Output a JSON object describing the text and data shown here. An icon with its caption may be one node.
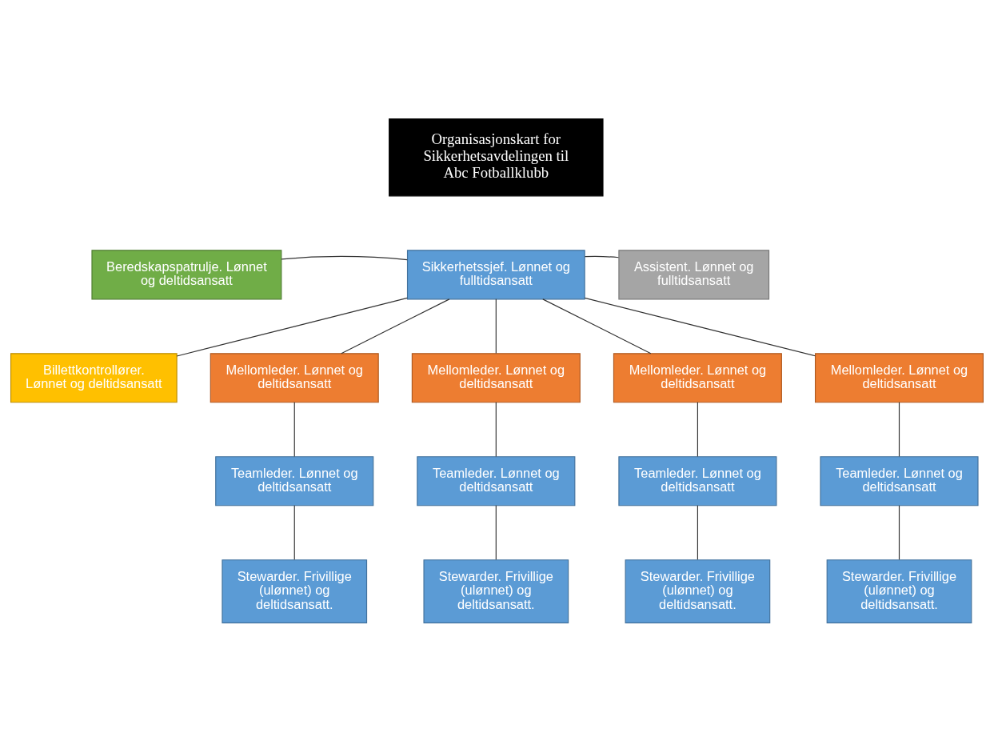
{
  "diagram": {
    "nodes": [
      {
        "text": [
          "Organisasjonskart for Sikkerhetsavdelingen til Abc Fotballklubb"
        ]
      },
      {
        "text": [
          "Sikkerhetssjef. Lønnet og fulltidsansatt"
        ]
      },
      {
        "text": [
          "Beredskapspatrulje. Lønnet og deltidsansatt"
        ]
      },
      {
        "text": [
          "Billettkontrollører. Lønnet og deltidsansatt"
        ]
      },
      {
        "text": [
          "Assistent. Lønnet og fulltidsansatt"
        ]
      },
      {
        "text": [
          "Mellomleder. Lønnet og deltidsansatt"
        ]
      },
      {
        "text": [
          "Mellomleder. Lønnet og deltidsansatt"
        ]
      },
      {
        "text": [
          "Mellomleder. Lønnet og deltidsansatt"
        ]
      },
      {
        "text": [
          "Mellomleder. Lønnet og deltidsansatt"
        ]
      },
      {
        "text": [
          "Teamleder. Lønnet og deltidsansatt"
        ]
      },
      {
        "text": [
          "Teamleder. Lønnet og deltidsansatt"
        ]
      },
      {
        "text": [
          "Teamleder. Lønnet og deltidsansatt"
        ]
      },
      {
        "text": [
          "Teamleder. Lønnet og deltidsansatt"
        ]
      },
      {
        "text": [
          "Stewarder. Frivillige (ulønnet) og deltidsansatt."
        ]
      },
      {
        "text": [
          "Stewarder. Frivillige (ulønnet) og deltidsansatt."
        ]
      },
      {
        "text": [
          "Stewarder. Frivillige (ulønnet) og deltidsansatt."
        ]
      },
      {
        "text": [
          "Stewarder. Frivillige (ulønnet) og deltidsansatt."
        ]
      }
    ],
    "edges": [
      {
        "from": 1,
        "to": 2,
        "arrow": "none"
      },
      {
        "from": 1,
        "to": 3,
        "arrow": "none"
      },
      {
        "from": 1,
        "to": 4,
        "arrow": "none"
      },
      {
        "from": 1,
        "to": 5,
        "arrow": "none"
      },
      {
        "from": 1,
        "to": 6,
        "arrow": "none"
      },
      {
        "from": 1,
        "to": 7,
        "arrow": "none"
      },
      {
        "from": 1,
        "to": 8,
        "arrow": "none"
      },
      {
        "from": 5,
        "to": 9,
        "arrow": "none"
      },
      {
        "from": 6,
        "to": 10,
        "arrow": "none"
      },
      {
        "from": 7,
        "to": 11,
        "arrow": "none"
      },
      {
        "from": 8,
        "to": 12,
        "arrow": "none"
      },
      {
        "from": 9,
        "to": 13,
        "arrow": "none"
      },
      {
        "from": 10,
        "to": 14,
        "arrow": "none"
      },
      {
        "from": 11,
        "to": 15,
        "arrow": "none"
      },
      {
        "from": 12,
        "to": 16,
        "arrow": "none"
      }
    ]
  }
}
